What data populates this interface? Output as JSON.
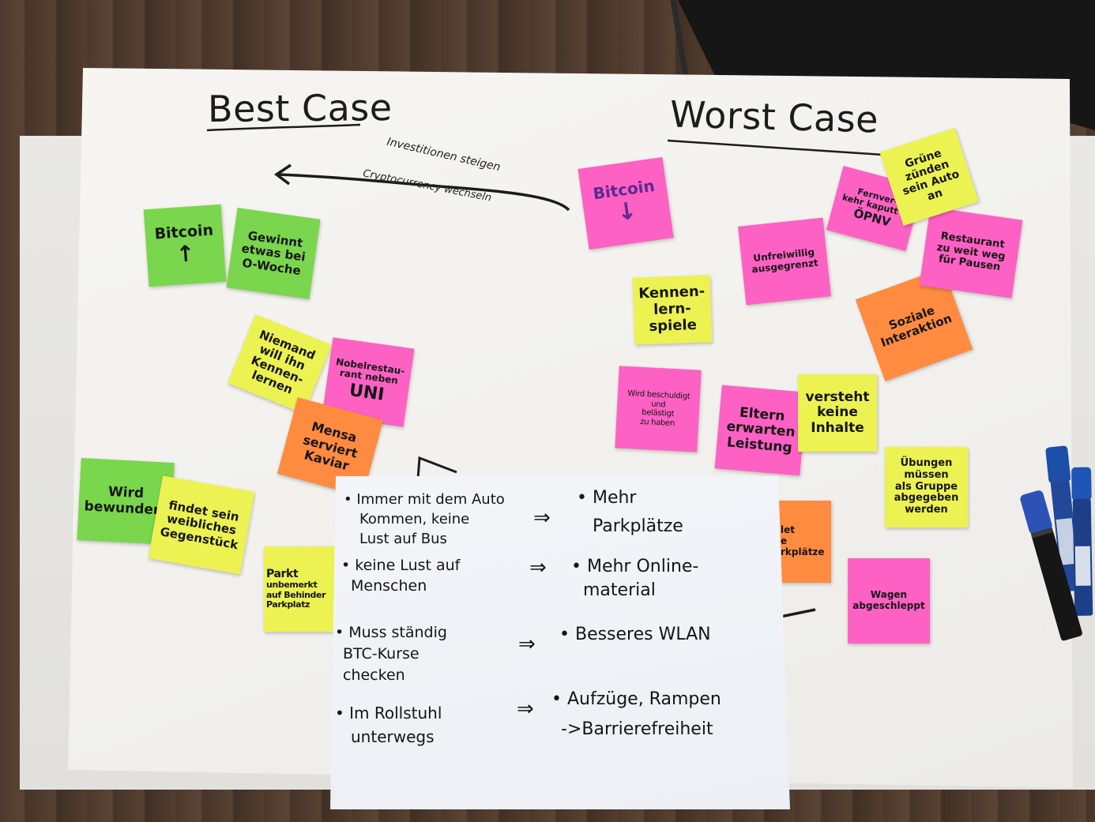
{
  "poster": {
    "best_case_heading": "Best Case",
    "worst_case_heading": "Worst Case",
    "arrow_label_top": "Investitionen steigen",
    "arrow_label_bottom": "Cryptocurrency wechseln"
  },
  "notes": [
    {
      "color": "#7ad64c",
      "lines": [
        "Bitcoin",
        "↑"
      ]
    },
    {
      "color": "#7ad64c",
      "lines": [
        "Gewinnt",
        "etwas bei",
        "O-Woche"
      ]
    },
    {
      "color": "#ecf251",
      "lines": [
        "Niemand",
        "will ihn",
        "Kennen-",
        "lernen"
      ]
    },
    {
      "color": "#fd61c4",
      "lines": [
        "Nobelrestau-",
        "rant neben",
        "UNI"
      ]
    },
    {
      "color": "#ff8b40",
      "lines": [
        "Mensa",
        "serviert",
        "Kaviar"
      ]
    },
    {
      "color": "#7ad64c",
      "lines": [
        "Wird",
        "bewundert"
      ]
    },
    {
      "color": "#ecf251",
      "lines": [
        "findet sein",
        "weibliches",
        "Gegenstück"
      ]
    },
    {
      "color": "#ecf251",
      "lines": [
        "Parkt",
        "unbemerkt",
        "auf Behinder",
        "Parkplatz"
      ]
    },
    {
      "color": "#fd61c4",
      "lines": [
        "Bitcoin",
        "↓"
      ]
    },
    {
      "color": "#ecf251",
      "lines": [
        "Grüne",
        "zünden",
        "sein Auto",
        "an"
      ]
    },
    {
      "color": "#fd61c4",
      "lines": [
        "Fernver-",
        "kehr kaputt &",
        "ÖPNV"
      ]
    },
    {
      "color": "#fd61c4",
      "lines": [
        "Unfreiwillig",
        "ausgegrenzt"
      ]
    },
    {
      "color": "#fd61c4",
      "lines": [
        "Restaurant",
        "zu weit weg",
        "für Pausen"
      ]
    },
    {
      "color": "#ecf251",
      "lines": [
        "Kennen-",
        "lern-",
        "spiele"
      ]
    },
    {
      "color": "#ff8b40",
      "lines": [
        "Soziale",
        "Interaktion"
      ]
    },
    {
      "color": "#fd61c4",
      "lines": [
        "Wird beschuldigt",
        "und",
        "belästigt",
        "zu haben"
      ]
    },
    {
      "color": "#fd61c4",
      "lines": [
        "Eltern",
        "erwarten",
        "Leistung"
      ]
    },
    {
      "color": "#ecf251",
      "lines": [
        "versteht",
        "keine",
        "Inhalte"
      ]
    },
    {
      "color": "#ecf251",
      "lines": [
        "Übungen",
        "müssen",
        "als Gruppe",
        "abgegeben",
        "werden"
      ]
    },
    {
      "color": "#ff8b40",
      "lines": [
        "let",
        "e",
        "rkplätze"
      ]
    },
    {
      "color": "#fd61c4",
      "lines": [
        "Wagen",
        "abgeschleppt"
      ]
    }
  ],
  "sheet": {
    "rows": [
      {
        "problem": [
          "• Immer mit dem Auto",
          "Kommen, keine",
          "Lust auf Bus"
        ],
        "arrow": "⇒",
        "solution": [
          "• Mehr",
          "Parkplätze"
        ]
      },
      {
        "problem": [
          "• keine Lust auf",
          "Menschen"
        ],
        "arrow": "⇒",
        "solution": [
          "• Mehr Online-",
          "material"
        ]
      },
      {
        "problem": [
          "• Muss ständig",
          "BTC-Kurse",
          "checken"
        ],
        "arrow": "⇒",
        "solution": [
          "• Besseres WLAN"
        ]
      },
      {
        "problem": [
          "• Im Rollstuhl",
          "unterwegs"
        ],
        "arrow": "⇒",
        "solution": [
          "• Aufzüge, Rampen",
          "->Barrierefreiheit"
        ]
      }
    ]
  }
}
